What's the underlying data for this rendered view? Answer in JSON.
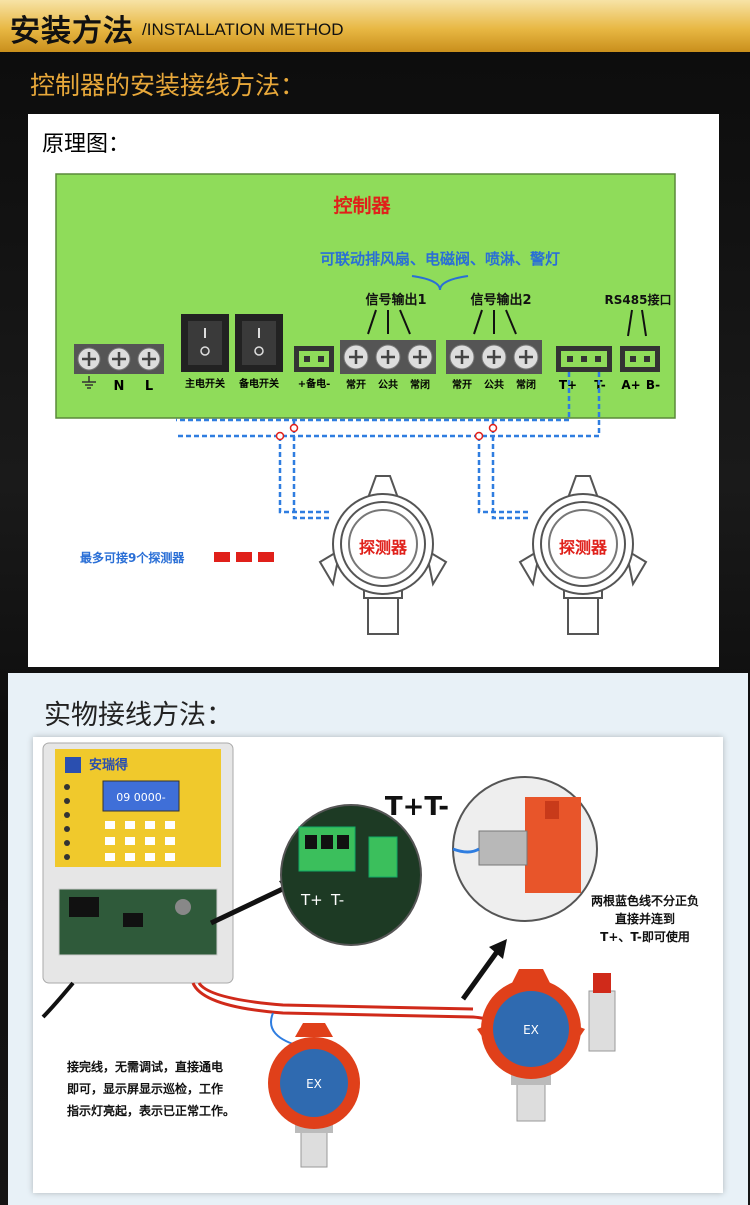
{
  "header": {
    "title": "安装方法",
    "subtitle": "/INSTALLATION METHOD"
  },
  "section1": {
    "title": "控制器的安装接线方法：",
    "schematic_label": "原理图：",
    "controller_label": "控制器",
    "linkage_text": "可联动排风扇、电磁阀、喷淋、警灯",
    "signal_out_1": "信号输出1",
    "signal_out_2": "信号输出2",
    "rs485_label": "RS485接口",
    "terminals": {
      "n": "N",
      "l": "L",
      "main_switch": "主电开关",
      "backup_switch": "备电开关",
      "backup_power": "+备电-",
      "no1": "常开",
      "com1": "公共",
      "nc1": "常闭",
      "no2": "常开",
      "com2": "公共",
      "nc2": "常闭",
      "t_plus": "T+",
      "t_minus": "T-",
      "a_plus": "A+",
      "b_minus": "B-"
    },
    "detector_label": "探测器",
    "max_detectors": "最多可接9个探测器"
  },
  "section2": {
    "title": "实物接线方法：",
    "brand": "安瑞得",
    "display_value": "09 0000-",
    "tt_label": "T+T-",
    "board_t_plus": "T+",
    "board_t_minus": "T-",
    "note_right": [
      "两根蓝色线不分正负",
      "直接并连到",
      "T+、T-即可使用"
    ],
    "note_left": [
      "接完线，无需调试，直接通电",
      "即可，显示屏显示巡检，工作",
      "指示灯亮起，表示已正常工作。"
    ],
    "ex_mark": "EX"
  },
  "colors": {
    "gold": "#e8b844",
    "panel_green": "#8fdc5a",
    "red_text": "#e0201a",
    "blue_text": "#2a6fd6",
    "wire_blue": "#2f7de0"
  }
}
